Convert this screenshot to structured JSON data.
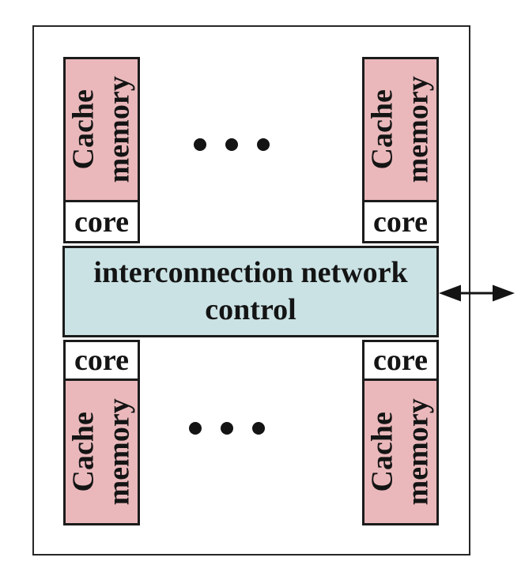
{
  "blocks": {
    "caches": [
      {
        "position": "top-left",
        "label": "Cache memory"
      },
      {
        "position": "top-right",
        "label": "Cache memory"
      },
      {
        "position": "bottom-left",
        "label": "Cache memory"
      },
      {
        "position": "bottom-right",
        "label": "Cache memory"
      }
    ],
    "cores": [
      {
        "position": "top-left",
        "label": "core"
      },
      {
        "position": "top-right",
        "label": "core"
      },
      {
        "position": "bottom-left",
        "label": "core"
      },
      {
        "position": "bottom-right",
        "label": "core"
      }
    ],
    "interconnect": {
      "label": "interconnection network control"
    }
  },
  "ellipsis": {
    "dot_count": 3,
    "rows": 2
  },
  "io_arrow": {
    "style": "double-headed",
    "orientation": "horizontal"
  },
  "colors": {
    "cache_fill": "#eab8bb",
    "core_fill": "#ffffff",
    "interconnect_fill": "#cae2e4",
    "outline": "#1b1b1b",
    "dot": "#141414"
  }
}
